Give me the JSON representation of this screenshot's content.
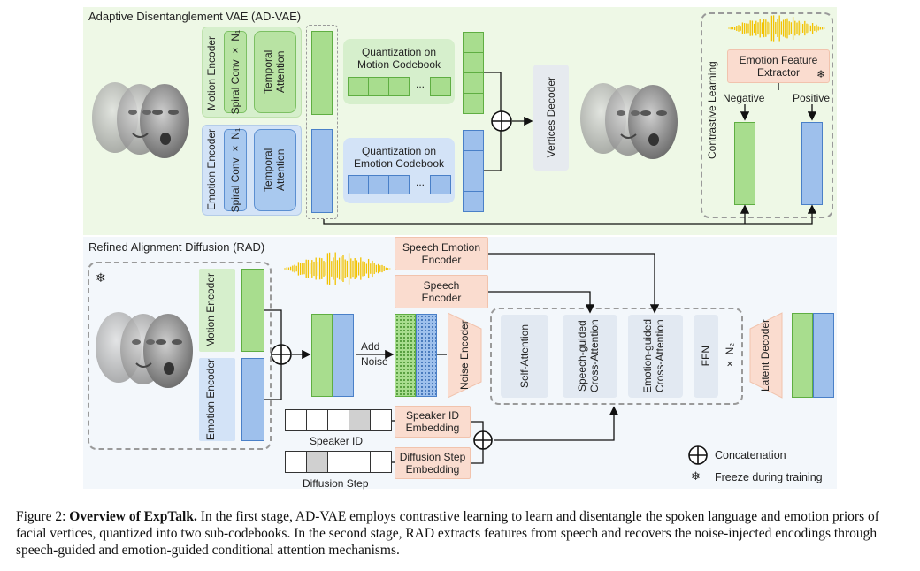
{
  "top_panel": {
    "title": "Adaptive Disentanglement VAE (AD-VAE)",
    "motion_encoder": "Motion Encoder",
    "emotion_encoder": "Emotion Encoder",
    "spiral_conv": "Spiral Conv × N₁",
    "temporal_attention": "Temporal Attention",
    "quant_motion": "Quantization on Motion Codebook",
    "quant_emotion": "Quantization on Emotion Codebook",
    "ellipsis": "...",
    "vertices_decoder": "Vertices Decoder",
    "contrastive_learning": "Contrastive Learning",
    "emotion_feature_extractor": "Emotion Feature Extractor",
    "negative": "Negative",
    "positive": "Positive"
  },
  "bottom_panel": {
    "title": "Refined Alignment Diffusion (RAD)",
    "motion_encoder": "Motion Encoder",
    "emotion_encoder": "Emotion Encoder",
    "add_noise": "Add Noise",
    "speech_emotion_encoder": "Speech Emotion Encoder",
    "speech_encoder": "Speech Encoder",
    "noise_encoder": "Noise Encoder",
    "self_attention": "Self-Attention",
    "speech_guided": "Speech-guided Cross-Attention",
    "emotion_guided": "Emotion-guided Cross-Attention",
    "ffn": "FFN",
    "times_n2": "× N₂",
    "latent_decoder": "Latent Decoder",
    "speaker_id": "Speaker ID",
    "speaker_id_embedding": "Speaker ID Embedding",
    "diffusion_step": "Diffusion Step",
    "diffusion_step_embedding": "Diffusion Step Embedding"
  },
  "legend": {
    "concatenation": "Concatenation",
    "freeze": "Freeze during training"
  },
  "caption": {
    "prefix": "Figure 2: ",
    "bold": "Overview of ExpTalk.",
    "text": " In the first stage, AD-VAE employs contrastive learning to learn and disentangle the spoken language and emotion priors of facial vertices, quantized into two sub-codebooks. In the second stage, RAD extracts features from speech and recovers the noise-injected encodings through speech-guided and emotion-guided conditional attention mechanisms."
  },
  "colors": {
    "motion_green": "#a8dd8e",
    "emotion_blue": "#9ec0ec",
    "speech_peach": "#fadccf",
    "waveform_yellow": "#f2c200"
  }
}
